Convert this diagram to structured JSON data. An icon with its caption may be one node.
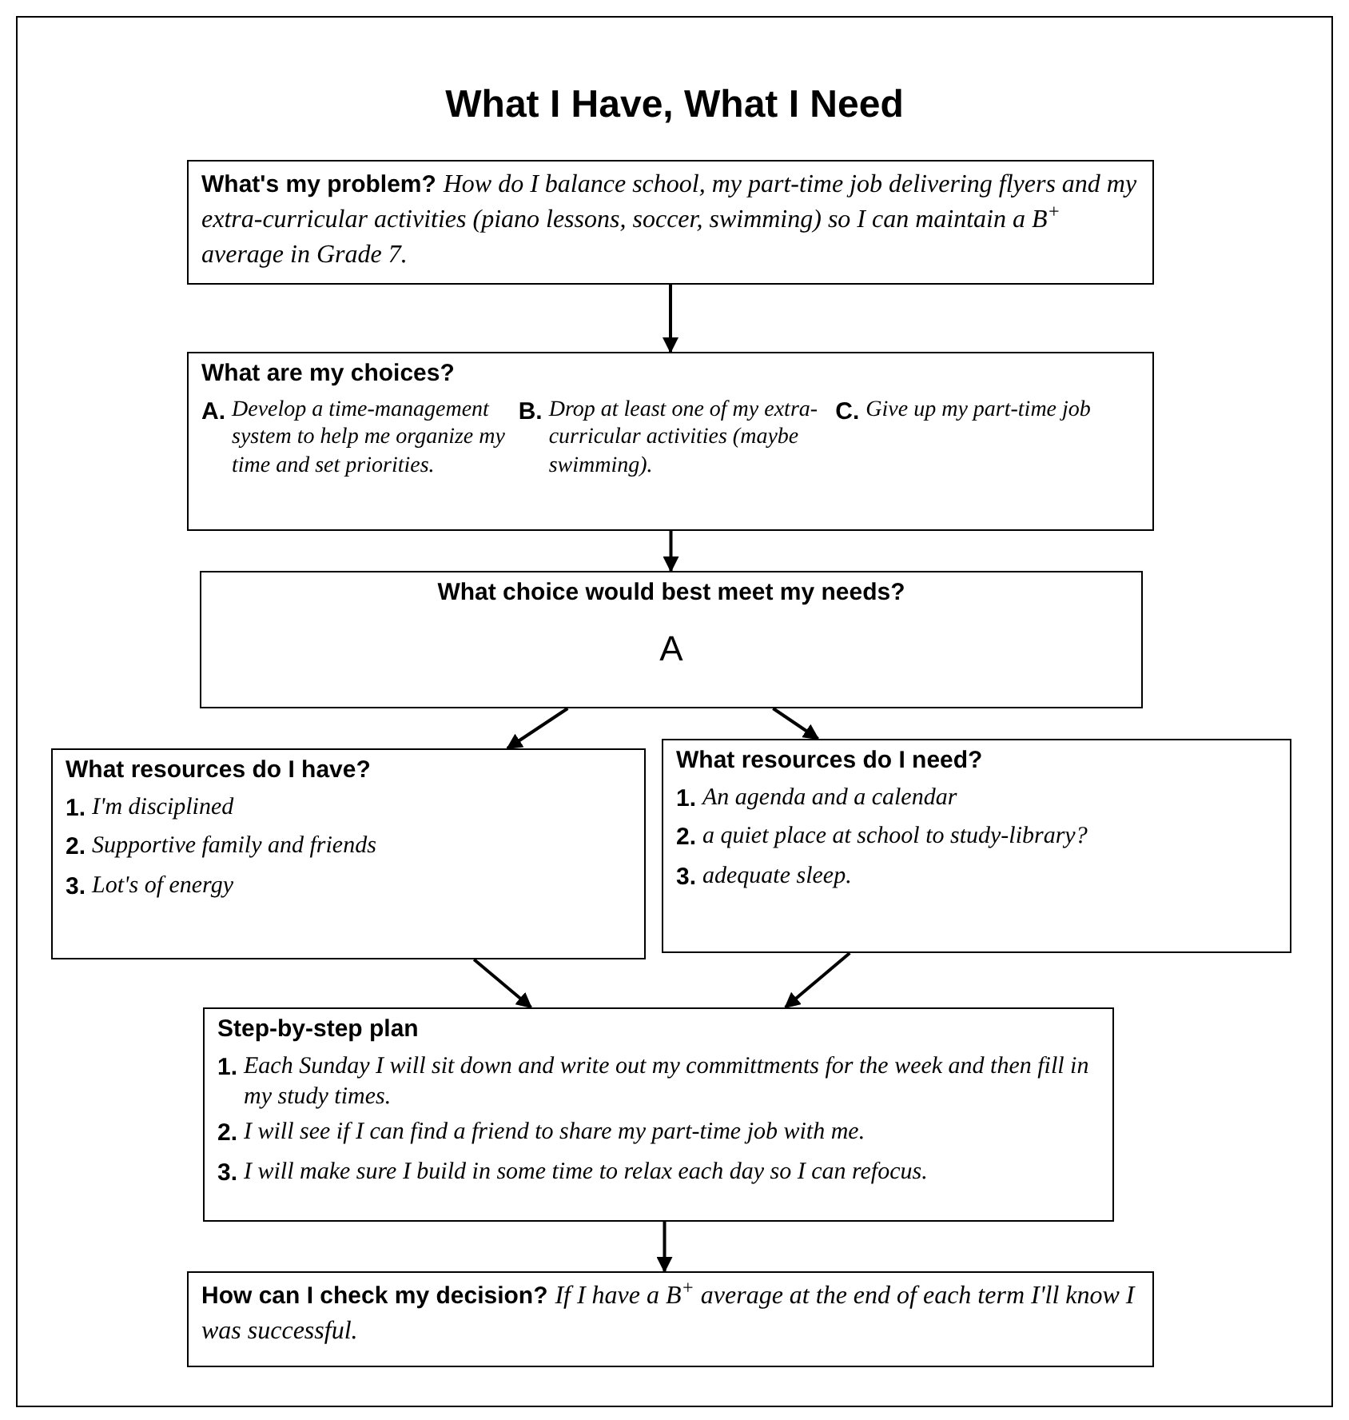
{
  "diagram": {
    "title": "What I Have, What I Need",
    "nodes": [
      {
        "text": [
          "What's my problem?",
          "How do I balance school, my part-time job delivering flyers and my extra-curricular activities (piano lessons, soccer, swimming) so I can maintain a B$^{+}$ average in Grade 7."
        ]
      },
      {
        "text": [
          "What are my choices?",
          "A.",
          "Develop a time-management system to help me organize my time and set priorities.",
          "B.",
          "Drop at least one of my extra-curricular activities (maybe swimming).",
          "C.",
          "Give up my part-time job"
        ]
      },
      {
        "text": [
          "What choice would best meet my needs?",
          "A"
        ]
      },
      {
        "text": [
          "What resources do I have?",
          "1.",
          "I'm disciplined",
          "2.",
          "Supportive family and friends",
          "3.",
          "Lot's of energy"
        ]
      },
      {
        "text": [
          "What resources do I need?",
          "1.",
          "An agenda and a calendar",
          "2.",
          "a quiet place at school to study-library?",
          "3.",
          "adequate sleep."
        ]
      },
      {
        "text": [
          "Step-by-step plan",
          "1.",
          "Each Sunday I will sit down and write out my committments for the week and then fill in my study times.",
          "2.",
          "I will see if I can find a friend to share my part-time job with me.",
          "3.",
          "I will make sure I build in some time to relax each day so I can refocus."
        ]
      },
      {
        "text": [
          "How can I check my decision?",
          "If I have a B$^{+}$ average at the end of each term I'll know I was successful."
        ]
      }
    ],
    "edges": [
      {
        "from": 0,
        "to": 1,
        "arrow": "to"
      },
      {
        "from": 1,
        "to": 2,
        "arrow": "to"
      },
      {
        "from": 2,
        "to": 3,
        "arrow": "to"
      },
      {
        "from": 2,
        "to": 4,
        "arrow": "to"
      },
      {
        "from": 3,
        "to": 5,
        "arrow": "to"
      },
      {
        "from": 4,
        "to": 5,
        "arrow": "to"
      },
      {
        "from": 5,
        "to": 6,
        "arrow": "to"
      }
    ]
  }
}
